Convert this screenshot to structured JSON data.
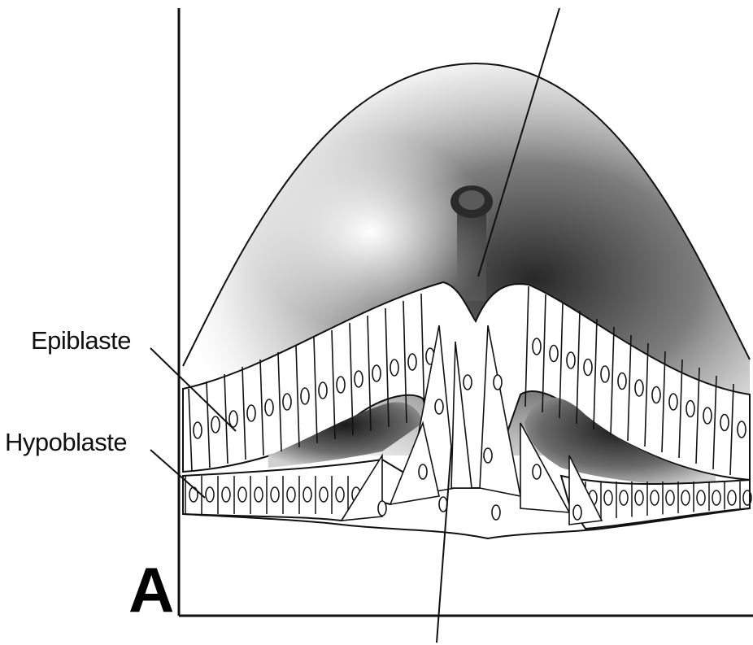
{
  "labels": {
    "epiblaste": "Epiblaste",
    "hypoblaste": "Hypoblaste"
  },
  "panel_letter": "A",
  "colors": {
    "ink": "#111111",
    "shading": "#555555",
    "background": "#ffffff"
  }
}
